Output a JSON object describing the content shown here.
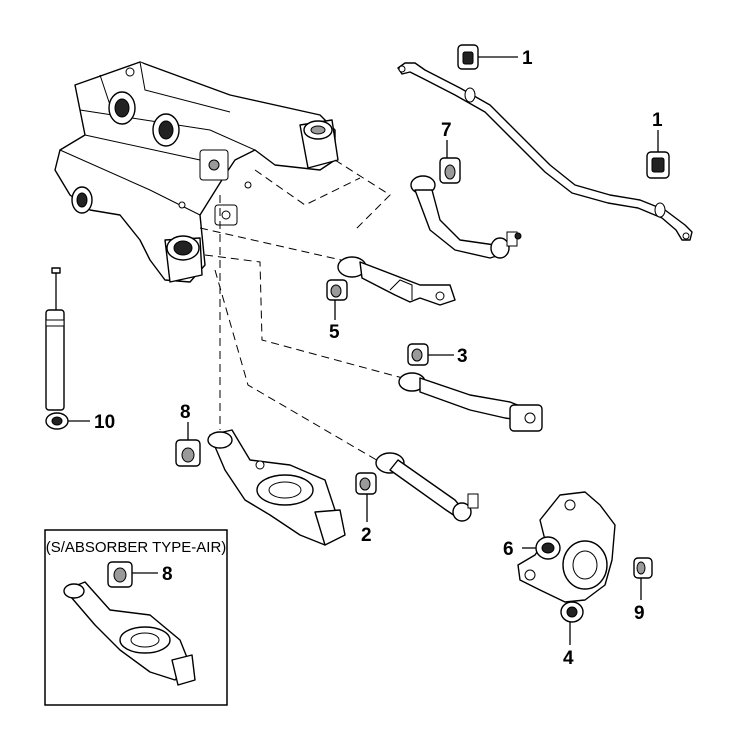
{
  "inset": {
    "title": "(S/ABSORBER TYPE-AIR)"
  },
  "callouts": [
    {
      "id": "stabilizer-bushing-top",
      "label": "1"
    },
    {
      "id": "stabilizer-bushing-right",
      "label": "1"
    },
    {
      "id": "upper-arm-bushing",
      "label": "7"
    },
    {
      "id": "assist-arm-bushing",
      "label": "5"
    },
    {
      "id": "trailing-arm-bushing",
      "label": "3"
    },
    {
      "id": "lower-arm-bushing",
      "label": "8"
    },
    {
      "id": "lower-arm-bushing-air",
      "label": "8"
    },
    {
      "id": "toe-arm-bushing",
      "label": "2"
    },
    {
      "id": "shock-absorber-bushing",
      "label": "10"
    },
    {
      "id": "knuckle-bushing-left",
      "label": "6"
    },
    {
      "id": "knuckle-bushing-right",
      "label": "9"
    },
    {
      "id": "knuckle-bushing-bottom",
      "label": "4"
    }
  ]
}
